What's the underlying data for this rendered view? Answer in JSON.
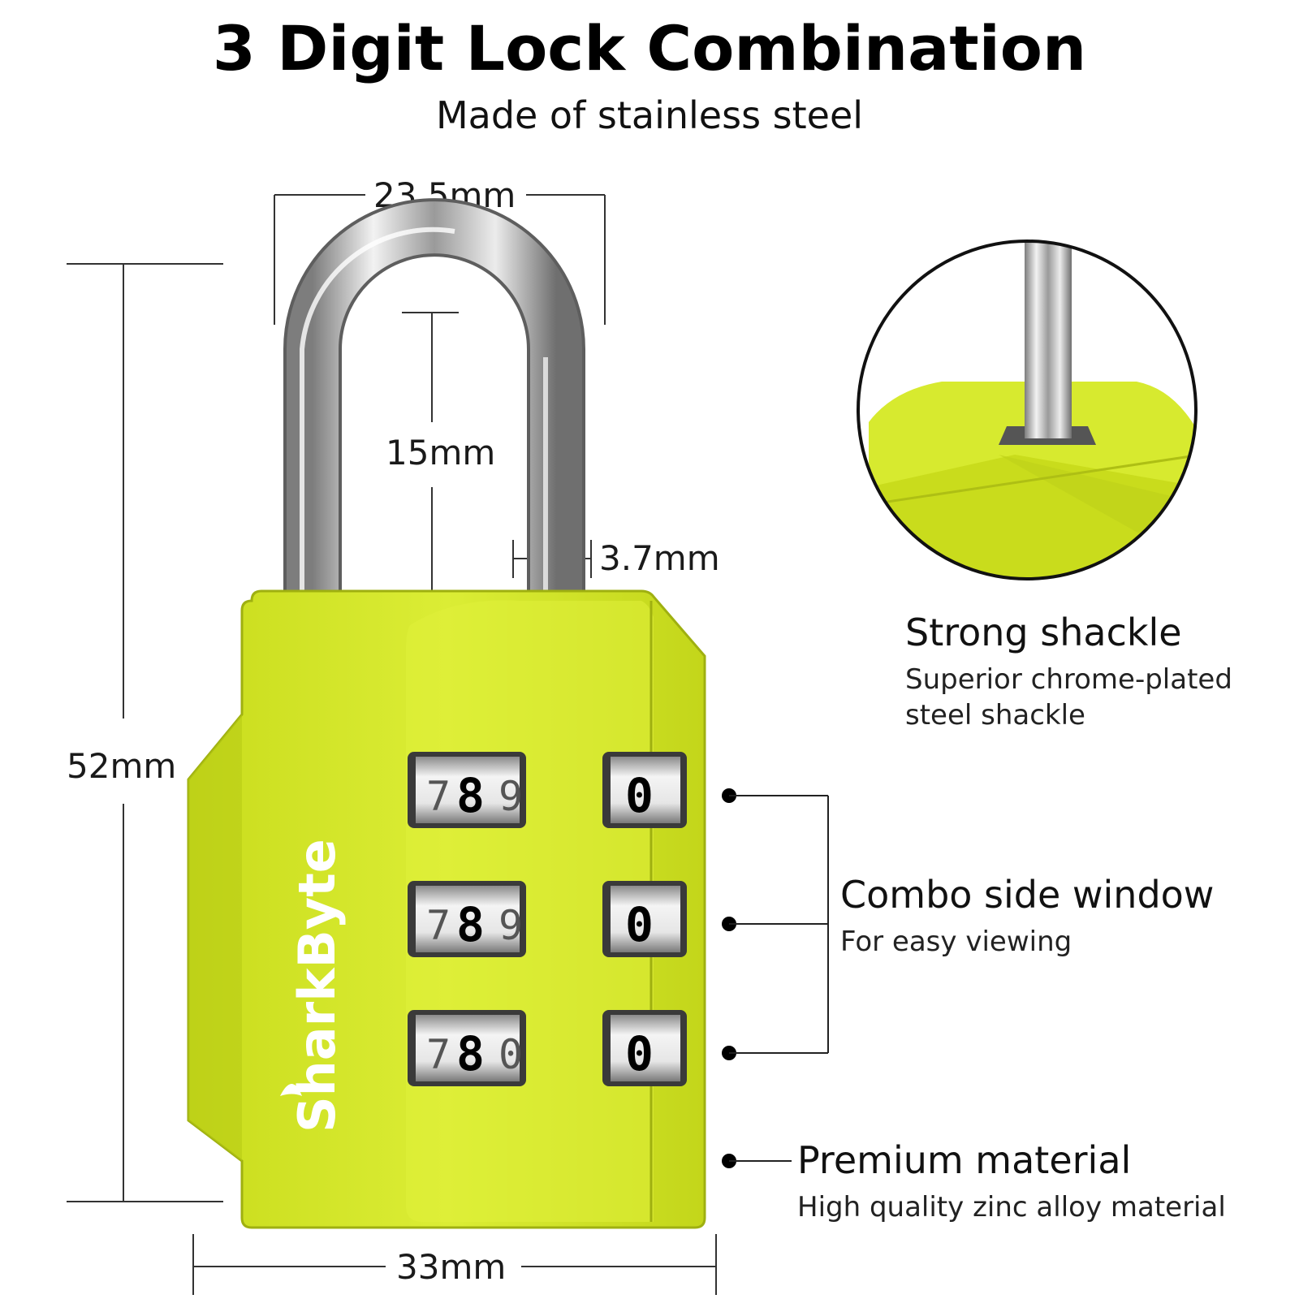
{
  "header": {
    "title": "3 Digit Lock Combination",
    "subtitle": "Made of stainless steel"
  },
  "brand": "SharkByte",
  "dimensions": {
    "shackle_width": "23.5mm",
    "shackle_clearance": "15mm",
    "shackle_diameter": "3.7mm",
    "total_height": "52mm",
    "body_width": "33mm"
  },
  "dials": [
    {
      "left": "7",
      "center": "8",
      "right": "9",
      "side": "0"
    },
    {
      "left": "7",
      "center": "8",
      "right": "9",
      "side": "0"
    },
    {
      "left": "7",
      "center": "8",
      "right": "0",
      "side": "0"
    }
  ],
  "features": [
    {
      "title": "Strong shackle",
      "lines": [
        "Superior chrome-plated",
        "steel shackle"
      ]
    },
    {
      "title": "Combo side window",
      "lines": [
        "For easy viewing"
      ]
    },
    {
      "title": "Premium material",
      "lines": [
        "High quality zinc alloy material"
      ]
    }
  ],
  "colors": {
    "body": "#d4e629",
    "body_dark": "#a9ba12",
    "chrome": "#d9d9d9",
    "accent_text": "#000000"
  }
}
